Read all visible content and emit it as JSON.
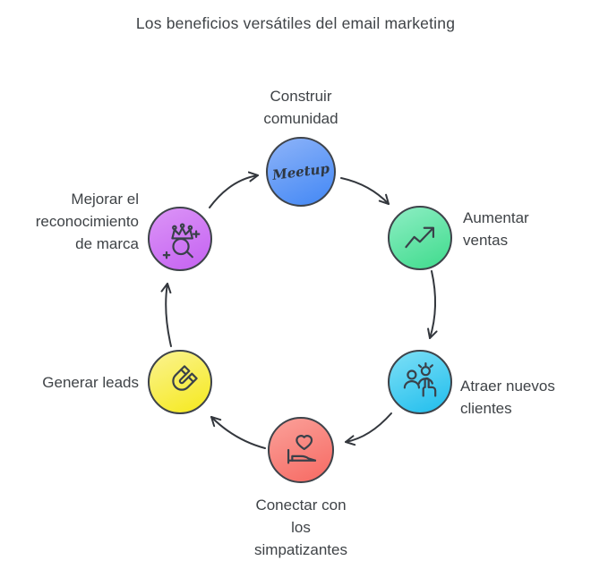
{
  "title": "Los beneficios versátiles del email marketing",
  "diagram_type": "cycle",
  "colors": {
    "background": "#ffffff",
    "text": "#3f4347",
    "outline": "#3e434a",
    "arrow": "#33373d"
  },
  "nodes": [
    {
      "id": "construir-comunidad",
      "label": "Construir\ncomunidad",
      "icon": "meetup-logo",
      "icon_text": "Meetup",
      "color_start": "#86aff8",
      "color_end": "#4a8cf5"
    },
    {
      "id": "aumentar-ventas",
      "label": "Aumentar\nventas",
      "icon": "trend-up-icon",
      "color_start": "#85ecbe",
      "color_end": "#47dd92"
    },
    {
      "id": "atraer-nuevos-clientes",
      "label": "Atraer nuevos\nclientes",
      "icon": "new-customers-icon",
      "color_start": "#74dcf5",
      "color_end": "#29c1ee"
    },
    {
      "id": "conectar-simpatizantes",
      "label": "Conectar con\nlos\nsimpatizantes",
      "icon": "heart-bed-icon",
      "color_start": "#fa9b94",
      "color_end": "#f76f68"
    },
    {
      "id": "generar-leads",
      "label": "Generar leads",
      "icon": "magnet-icon",
      "color_start": "#faf285",
      "color_end": "#f6ea28"
    },
    {
      "id": "mejorar-reconocimiento",
      "label": "Mejorar el\nreconocimiento\nde marca",
      "icon": "crown-search-icon",
      "color_start": "#d98ff6",
      "color_end": "#c767f2"
    }
  ],
  "arrows": [
    {
      "name": "arrow-mejorar-to-construir",
      "from": "mejorar-reconocimiento",
      "to": "construir-comunidad"
    },
    {
      "name": "arrow-construir-to-aumentar",
      "from": "construir-comunidad",
      "to": "aumentar-ventas"
    },
    {
      "name": "arrow-aumentar-to-atraer",
      "from": "aumentar-ventas",
      "to": "atraer-nuevos-clientes"
    },
    {
      "name": "arrow-atraer-to-conectar",
      "from": "atraer-nuevos-clientes",
      "to": "conectar-simpatizantes"
    },
    {
      "name": "arrow-conectar-to-generar",
      "from": "conectar-simpatizantes",
      "to": "generar-leads"
    },
    {
      "name": "arrow-generar-to-mejorar",
      "from": "generar-leads",
      "to": "mejorar-reconocimiento"
    }
  ]
}
